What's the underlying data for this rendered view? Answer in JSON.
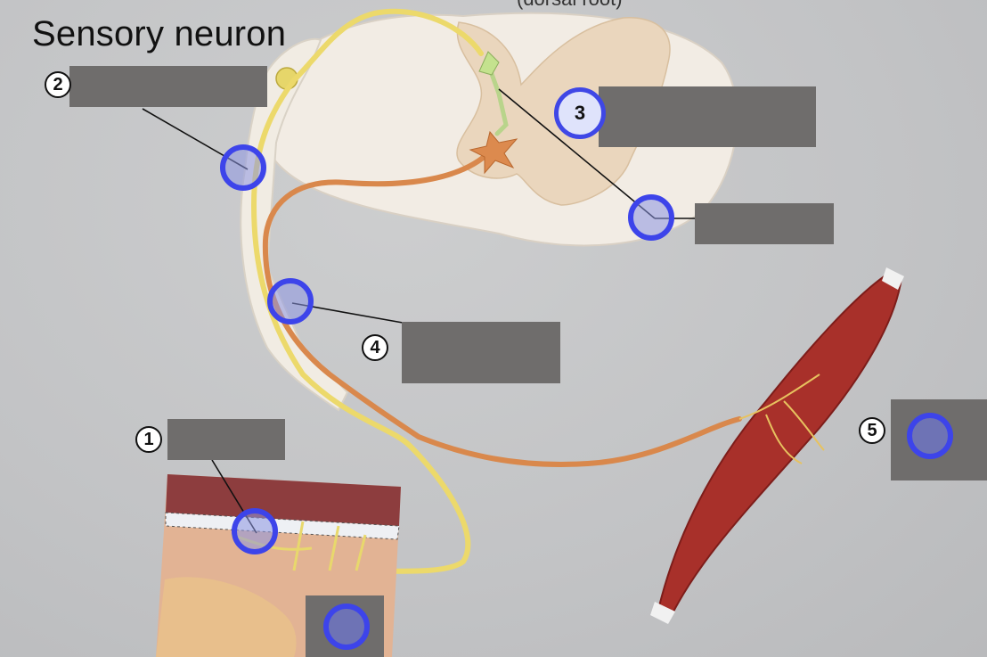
{
  "title": "Sensory neuron",
  "top_cut_text": "(dorsal root)",
  "numbers": {
    "n1": "1",
    "n2": "2",
    "n3": "3",
    "n4": "4",
    "n5": "5"
  },
  "colors": {
    "hotspot_ring": "#3d44ea",
    "label_box": "#6f6d6c",
    "sensory_neuron": "#ecd96b",
    "motor_neuron": "#d9884c",
    "muscle": "#a8302a"
  }
}
